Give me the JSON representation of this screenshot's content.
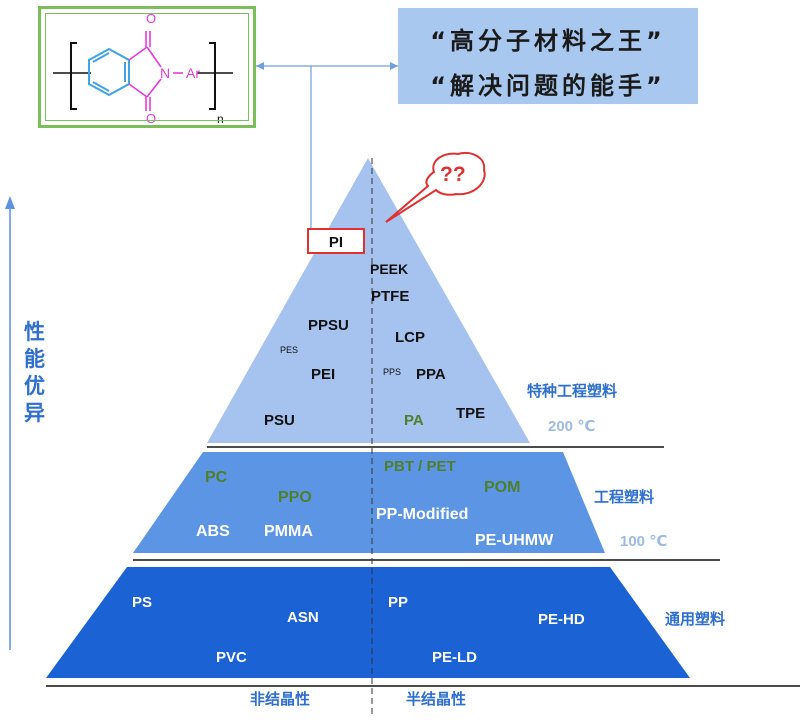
{
  "slogans": [
    "“高分子材料之王”",
    "“解决问题的能手”"
  ],
  "molecule": {
    "atom_o": "O",
    "atom_n": "N",
    "group": "Ar",
    "subscript": "n"
  },
  "callout": "??",
  "pi_label": "PI",
  "axis_label": [
    "性",
    "能",
    "优",
    "异"
  ],
  "tiers": {
    "special": {
      "name": "特种工程塑料",
      "temperature": "200 ℃",
      "left": {
        "PSU": "PSU",
        "PEI": "PEI",
        "PES": "PES",
        "PPSU": "PPSU"
      },
      "right": {
        "PEEK": "PEEK",
        "PTFE": "PTFE",
        "LCP": "LCP",
        "PPS": "PPS",
        "PPA": "PPA",
        "PA": "PA",
        "TPE": "TPE"
      }
    },
    "engineering": {
      "name": "工程塑料",
      "temperature": "100 ℃",
      "left": {
        "PC": "PC",
        "PPO": "PPO",
        "ABS": "ABS",
        "PMMA": "PMMA"
      },
      "right": {
        "PBT_PET": "PBT / PET",
        "POM": "POM",
        "PP_Modified": "PP-Modified",
        "PE_UHMW": "PE-UHMW"
      }
    },
    "general": {
      "name": "通用塑料",
      "left": {
        "PS": "PS",
        "ASN": "ASN",
        "PVC": "PVC"
      },
      "right": {
        "PP": "PP",
        "PE_HD": "PE-HD",
        "PE_LD": "PE-LD"
      }
    }
  },
  "bottom_labels": {
    "left": "非结晶性",
    "right": "半结晶性"
  },
  "colors": {
    "tier_top": "#a6c3ef",
    "tier_middle": "#5c95e4",
    "tier_bottom": "#1b62d4",
    "text_green": "#4f7f2d",
    "text_blue": "#2f6fd0",
    "frame_green": "#7bbf5a",
    "slogan_bg": "#a9c8f0",
    "accent_red": "#e03030",
    "structure_magenta": "#e53be0",
    "structure_ring": "#3fa3e6"
  }
}
